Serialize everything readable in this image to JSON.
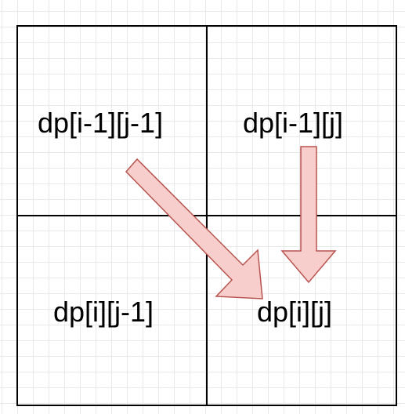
{
  "diagram": {
    "cells": {
      "top_left": "dp[i-1][j-1]",
      "top_right": "dp[i-1][j]",
      "bottom_left": "dp[i][j-1]",
      "bottom_right": "dp[i][j]"
    },
    "colors": {
      "grid_line": "#000000",
      "arrow_fill": "#f8cecc",
      "arrow_stroke": "#b85450",
      "background_grid": "#e9e9e9"
    }
  }
}
